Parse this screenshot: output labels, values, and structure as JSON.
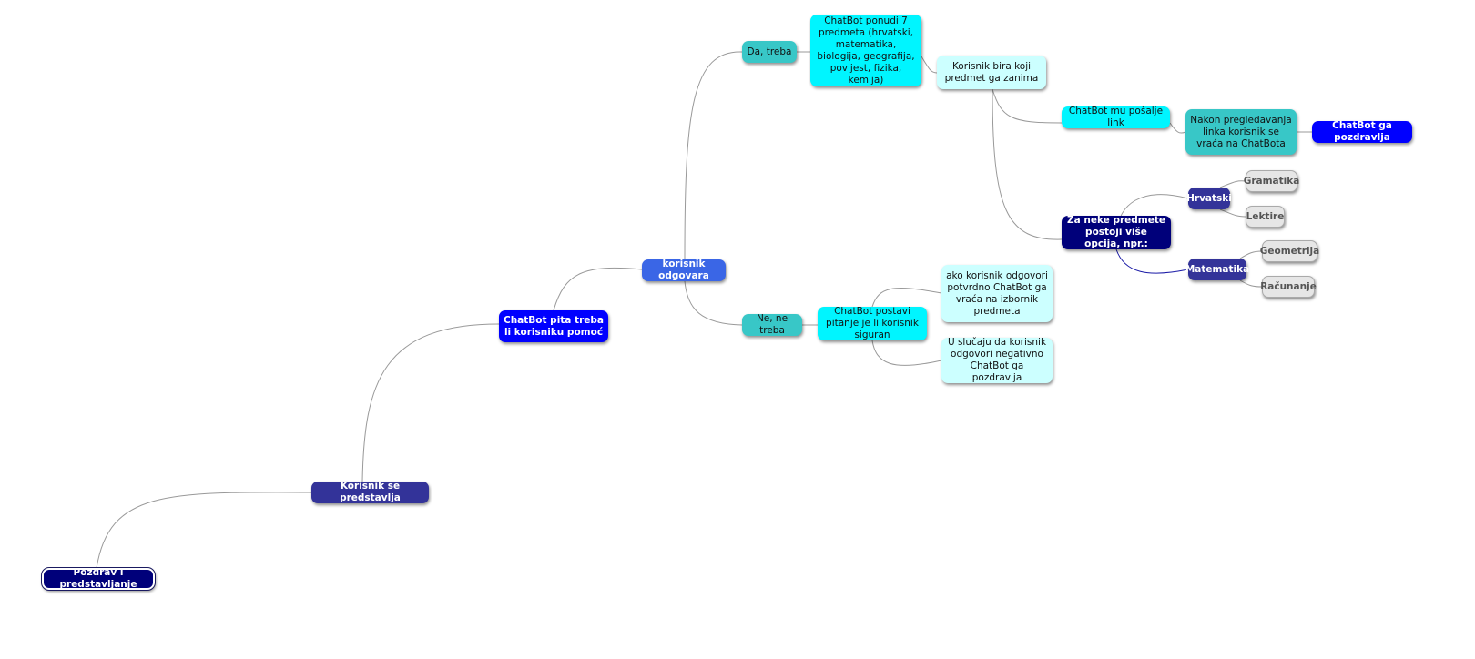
{
  "colors": {
    "navy": "#00007a",
    "indigo": "#333399",
    "blue": "#0000ff",
    "royal": "#3a66e6",
    "teal": "#38c7c7",
    "cyan": "#00f5ff",
    "pale_cyan": "#ccffff",
    "grey": "#e6e6e6",
    "link": "#999999",
    "link_blue": "#1a1aa6"
  },
  "nodes": {
    "pozdrav": "Pozdrav i predstavljanje",
    "korisnik_se_predstavlja": "Korisnik se predstavlja",
    "chatbot_pita": "ChatBot  pita treba li korisniku pomoć",
    "korisnik_odgovara": "korisnik odgovara",
    "da_treba": "Da, treba",
    "ne_ne_treba": "Ne, ne treba",
    "chatbot_ponudi": "ChatBot ponudi 7 predmeta (hrvatski, matematika, biologija, geografija, povijest, fizika, kemija)",
    "korisnik_bira": "Korisnik bira koji predmet ga zanima",
    "chatbot_posalje_link": "ChatBot mu pošalje link",
    "nakon_pregledavanja": "Nakon pregledavanja linka korisnik se vraća na ChatBota",
    "chatbot_pozdravlja": "ChatBot ga pozdravlja",
    "za_neke_predmete": "Za neke predmete postoji više opcija, npr.:",
    "hrvatski": "Hrvatski",
    "gramatika": "Gramatika",
    "lektire": "Lektire",
    "matematika": "Matematika",
    "geometrija": "Geometrija",
    "racunanje": "Računanje",
    "chatbot_postavi": "ChatBot postavi pitanje je li korisnik siguran",
    "potvrdno": "ako korisnik odgovori potvrdno ChatBot ga vraća na izbornik predmeta",
    "negativno": "U slučaju da korisnik odgovori negativno ChatBot ga pozdravlja"
  }
}
